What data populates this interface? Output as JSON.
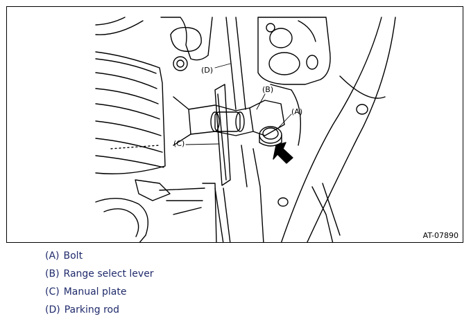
{
  "callouts": {
    "a": "(A)",
    "b": "(B)",
    "c": "(C)",
    "d": "(D)"
  },
  "figure_id": "AT-07890",
  "legend": [
    {
      "key": "(A)",
      "label": "Bolt"
    },
    {
      "key": "(B)",
      "label": "Range select lever"
    },
    {
      "key": "(C)",
      "label": "Manual plate"
    },
    {
      "key": "(D)",
      "label": "Parking rod"
    }
  ],
  "colors": {
    "line": "#000000",
    "legend_text": "#1f2a6b"
  }
}
